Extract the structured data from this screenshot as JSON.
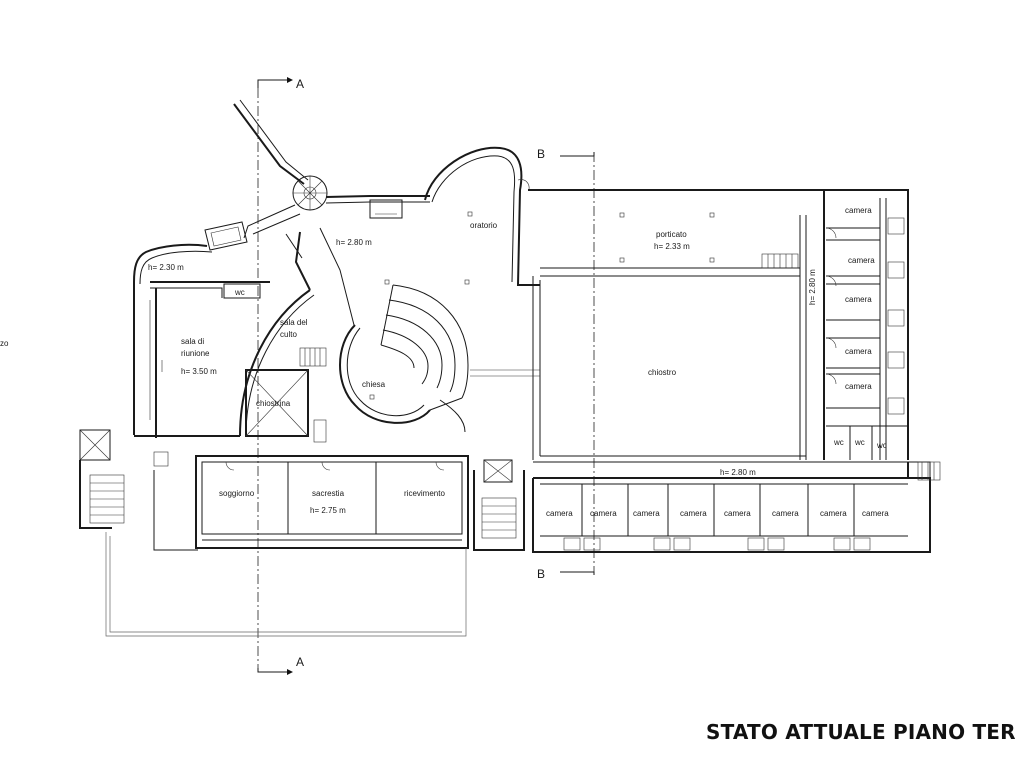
{
  "title": "STATO ATTUALE PIANO TER",
  "edge_label": "zo",
  "sections": {
    "a_top": "A",
    "a_bottom": "A",
    "b_top": "B",
    "b_bottom": "B"
  },
  "rooms": {
    "oratorio": "oratorio",
    "porticato": "porticato",
    "porticato_h": "h= 2.33 m",
    "main_h": "h= 2.80 m",
    "left_h": "h= 2.30 m",
    "wc_left": "wc",
    "sala_culto_1": "sala del",
    "sala_culto_2": "culto",
    "sala_riunione_1": "sala di",
    "sala_riunione_2": "riunione",
    "sala_riunione_h": "h= 3.50 m",
    "chiostrina": "chiostrina",
    "chiesa": "chiesa",
    "chiostro": "chiostro",
    "east_h": "h= 2.80 m",
    "lower_h": "h= 2.80 m",
    "soggiorno": "soggiorno",
    "sacrestia": "sacrestia",
    "sacrestia_h": "h= 2.75 m",
    "ricevimento": "ricevimento",
    "east_camere": [
      "camera",
      "camera",
      "camera",
      "camera",
      "camera"
    ],
    "east_wc": [
      "wc",
      "wc",
      "wc"
    ],
    "bottom_camere": [
      "camera",
      "camera",
      "camera",
      "camera",
      "camera",
      "camera",
      "camera",
      "camera"
    ]
  }
}
